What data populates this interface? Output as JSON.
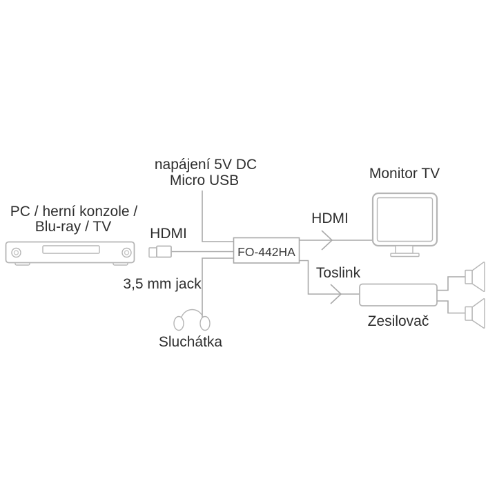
{
  "diagram": {
    "power_label": {
      "line1": "napájení 5V DC",
      "line2": "Micro USB"
    },
    "source_label": {
      "line1": "PC / herní konzole /",
      "line2": "Blu-ray / TV"
    },
    "hdmi_in_label": "HDMI",
    "converter_model": "FO-442HA",
    "hdmi_out_label": "HDMI",
    "monitor_label": "Monitor TV",
    "toslink_label": "Toslink",
    "jack_label": "3,5 mm jack",
    "headphones_label": "Sluchátka",
    "amplifier_label": "Zesilovač"
  },
  "colors": {
    "line": "#a9a9a9",
    "outline": "#b5b5b5",
    "text": "#2e2e2e",
    "background": "#ffffff"
  }
}
